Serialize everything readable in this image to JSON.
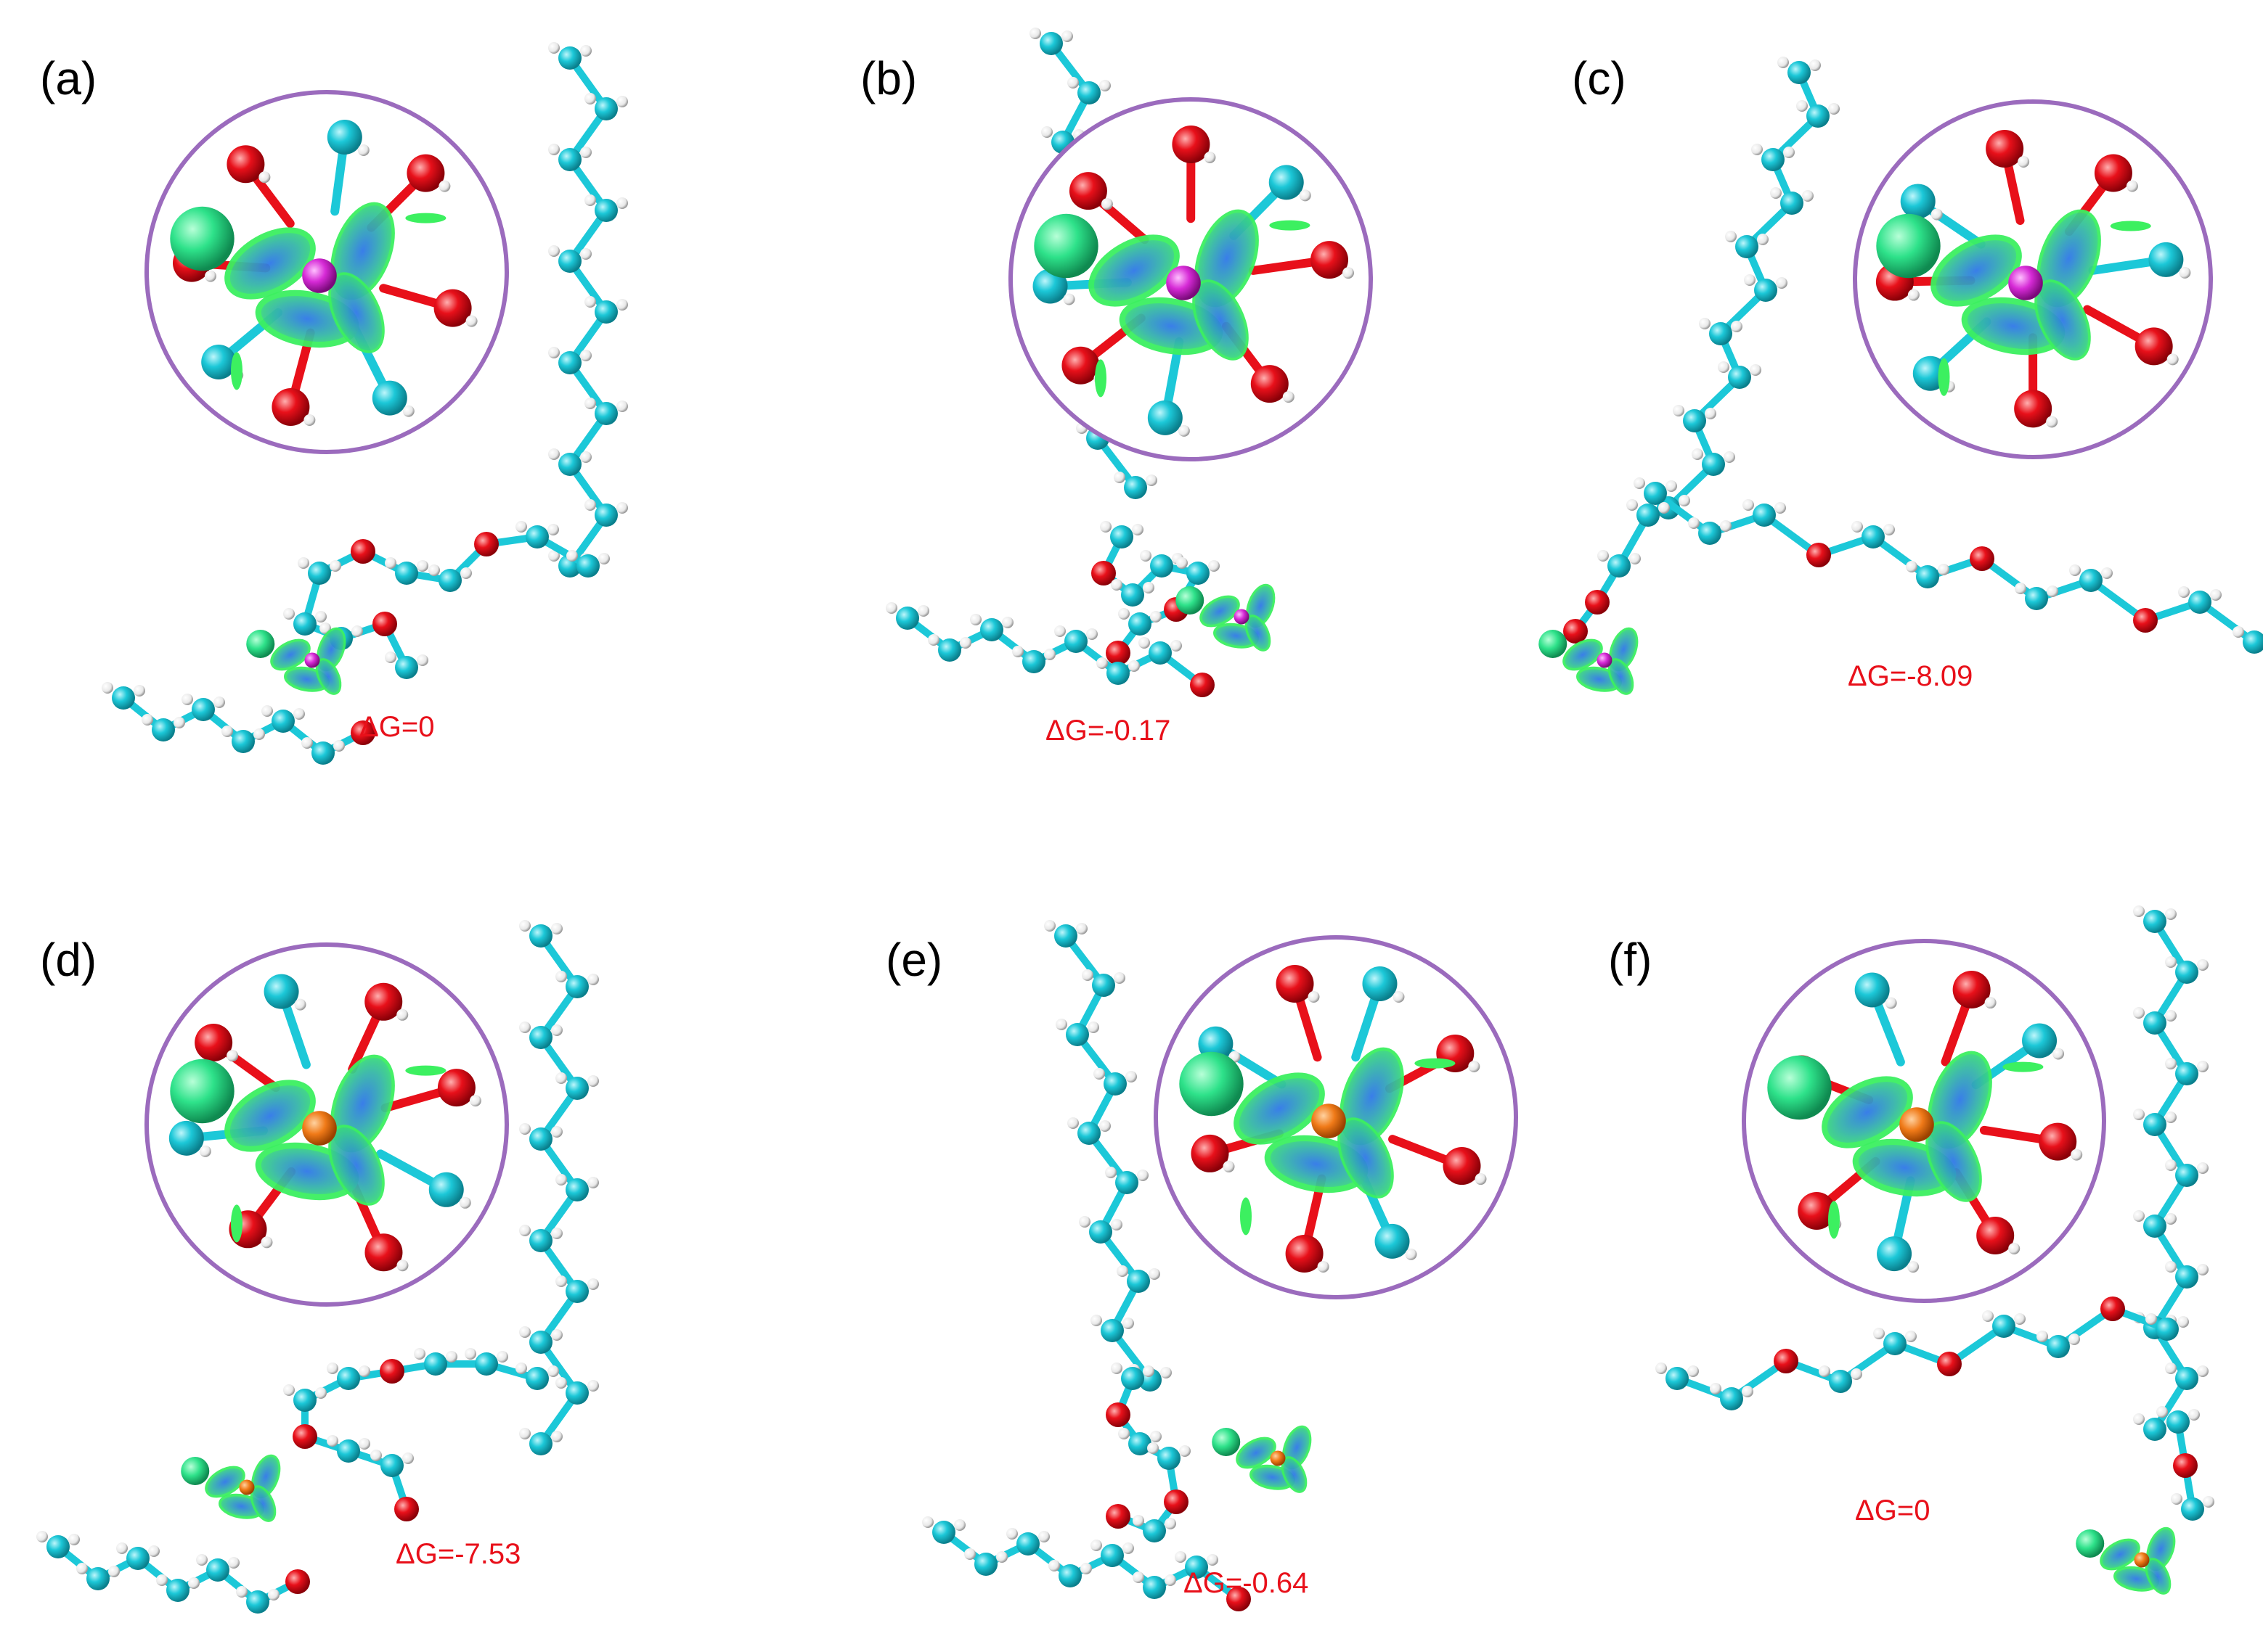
{
  "figure": {
    "panels": [
      {
        "id": "a",
        "label": "(a)",
        "energy": "ΔG=0",
        "ion": "magenta"
      },
      {
        "id": "b",
        "label": "(b)",
        "energy": "ΔG=-0.17",
        "ion": "magenta"
      },
      {
        "id": "c",
        "label": "(c)",
        "energy": "ΔG=-8.09",
        "ion": "magenta"
      },
      {
        "id": "d",
        "label": "(d)",
        "energy": "ΔG=-7.53",
        "ion": "orange"
      },
      {
        "id": "e",
        "label": "(e)",
        "energy": "ΔG=-0.64",
        "ion": "orange"
      },
      {
        "id": "f",
        "label": "(f)",
        "energy": "ΔG=0",
        "ion": "orange"
      }
    ]
  },
  "colors": {
    "carbon": "#1cc8d8",
    "oxygen": "#e8101a",
    "hydrogen": "#f2f2f2",
    "ion_magenta": "#d62ad6",
    "ion_orange": "#f07a18",
    "isosurface_green": "#3cf060",
    "isosurface_blue": "#2f78e8",
    "circle": "#9b6bbd",
    "energy_text": "#e8101a"
  }
}
